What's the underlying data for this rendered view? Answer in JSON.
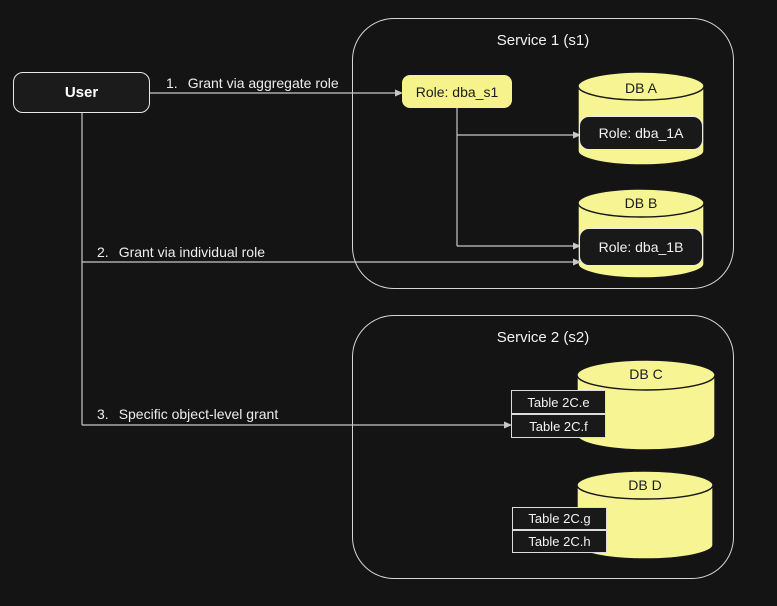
{
  "user": {
    "label": "User"
  },
  "arrows": [
    {
      "num": "1.",
      "label": "Grant via aggregate role"
    },
    {
      "num": "2.",
      "label": "Grant via individual role"
    },
    {
      "num": "3.",
      "label": "Specific object-level grant"
    }
  ],
  "service1": {
    "title": "Service 1 (s1)",
    "aggregate_role": "Role: dba_s1",
    "databases": [
      {
        "name": "DB A",
        "role": "Role: dba_1A"
      },
      {
        "name": "DB B",
        "role": "Role: dba_1B"
      }
    ]
  },
  "service2": {
    "title": "Service 2 (s2)",
    "databases": [
      {
        "name": "DB C",
        "tables": [
          "Table 2C.e",
          "Table 2C.f"
        ]
      },
      {
        "name": "DB D",
        "tables": [
          "Table 2C.g",
          "Table 2C.h"
        ]
      }
    ]
  },
  "colors": {
    "background": "#141414",
    "container_border": "#d6d6d6",
    "accent_yellow": "#f7f493",
    "dark_box": "#191919",
    "line_gray": "#c7c7c7",
    "text_light": "#f2f2f2",
    "text_dark": "#1c1c1c"
  }
}
